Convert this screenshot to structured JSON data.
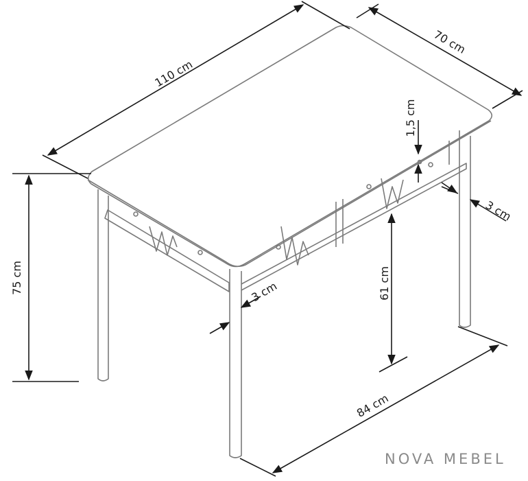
{
  "dimensions": {
    "length": "110 cm",
    "width": "70 cm",
    "height": "75 cm",
    "top_thickness": "1,5 cm",
    "leg_width_front": "3 cm",
    "leg_width_side": "3 cm",
    "shelf_height": "61 cm",
    "leg_span": "84 cm"
  },
  "brand": "NOVA MEBEL",
  "colors": {
    "line": "#1a1a1a",
    "drawing": "#7a7a7a",
    "brand": "#8a8a8a"
  }
}
